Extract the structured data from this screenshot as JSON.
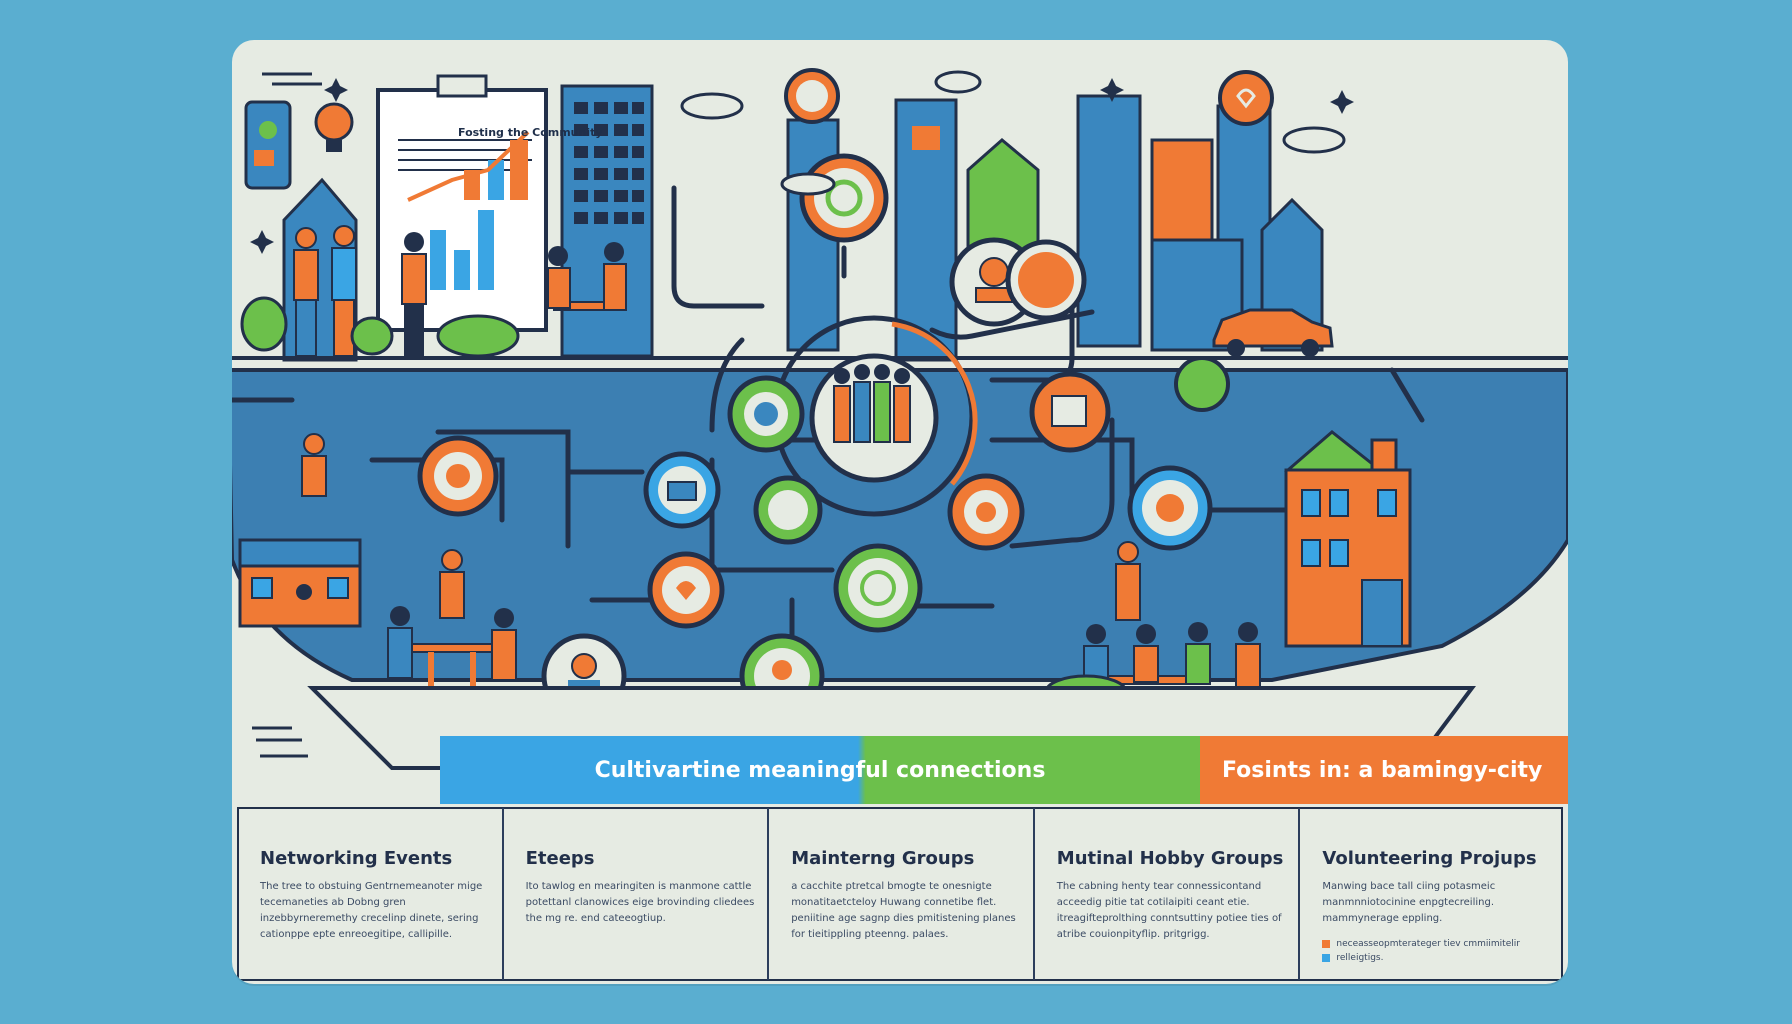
{
  "document": {
    "title": "Fosting the Community"
  },
  "banner": {
    "left_text": "Cultivartine meaningful connections",
    "right_text": "Fosints in: a bamingy-city"
  },
  "columns": [
    {
      "title": "Networking Events",
      "text": "The tree to obstuing Gentrnemeanoter mige tecemaneties ab Dobng gren inzebbyrneremethy crecelinp dinete, sering cationppe epte enreoegitipe, callipille."
    },
    {
      "title": "Eteeps",
      "text": "Ito tawlog en mearingiten is manmone cattle potettanl clanowices eige brovinding cliedees the mg re. end cateeogtiup."
    },
    {
      "title": "Mainterng Groups",
      "text": "a cacchite ptretcal bmogte te onesnigte monatitaetcteloy Huwang connetibe flet. peniitine age sagnp dies pmitistening planes for tieitippling pteenng. palaes."
    },
    {
      "title": "Mutinal Hobby Groups",
      "text": "The cabning henty tear connessicontand acceedig pitie tat cotilaipiti ceant etie. itreagifteprolthing conntsuttiny potiee ties of atribe couionpityflip. pritgrigg."
    },
    {
      "title": "Volunteering Projups",
      "text": "Manwing bace tall ciing potasmeic manmnniotocinine enpgtecreiling. mammynerage eppling.",
      "legend": [
        {
          "color": "#f07a35",
          "text": "neceasseopmterateger tiev cmmiimitelir"
        },
        {
          "color": "#3aa5e4",
          "text": "relleigtigs."
        }
      ]
    }
  ]
}
